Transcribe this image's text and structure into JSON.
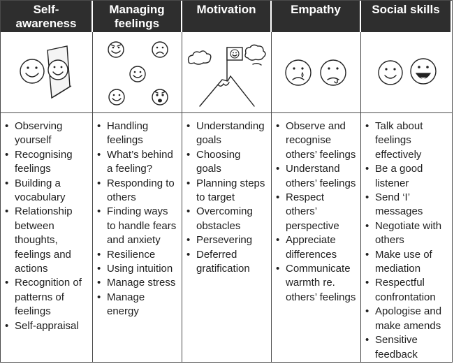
{
  "columns": [
    {
      "title": "Self-awareness",
      "title_lines": [
        "Self-",
        "awareness"
      ],
      "picture": "smiley-face-with-mirror",
      "items": [
        "Observing yourself",
        "Recognising feelings",
        "Building a vocabulary",
        "Relationship between thoughts, feelings and actions",
        "Recognition of patterns of feelings",
        "Self-appraisal"
      ]
    },
    {
      "title": "Managing feelings",
      "title_lines": [
        "Managing",
        "feelings"
      ],
      "picture": "five-faces-different-emotions",
      "items": [
        "Handling feelings",
        "What’s behind a feeling?",
        "Responding to others",
        "Finding ways to handle fears and anxiety",
        "Resilience",
        "Using intuition",
        "Manage stress",
        "Manage energy"
      ]
    },
    {
      "title": "Motivation",
      "title_lines": [
        "Motivation"
      ],
      "picture": "mountain-with-flag-and-clouds",
      "items": [
        "Understanding goals",
        "Choosing goals",
        "Planning steps to target",
        "Overcoming obstacles",
        "Persevering",
        "Deferred gratification"
      ]
    },
    {
      "title": "Empathy",
      "title_lines": [
        "Empathy"
      ],
      "picture": "sad-faces",
      "items": [
        "Observe and recognise others’ feelings",
        "Understand others’ feelings",
        "Respect others’ perspective",
        "Appreciate differences",
        "Communicate warmth re. others’ feelings"
      ]
    },
    {
      "title": "Social skills",
      "title_lines": [
        "Social skills"
      ],
      "picture": "two-smiling-faces",
      "items": [
        "Talk about feelings effectively",
        "Be a good listener",
        "Send ‘I’ messages",
        "Negotiate with others",
        "Make use of mediation",
        "Respectful confrontation",
        "Apologise and make amends",
        "Sensitive feedback"
      ]
    }
  ]
}
